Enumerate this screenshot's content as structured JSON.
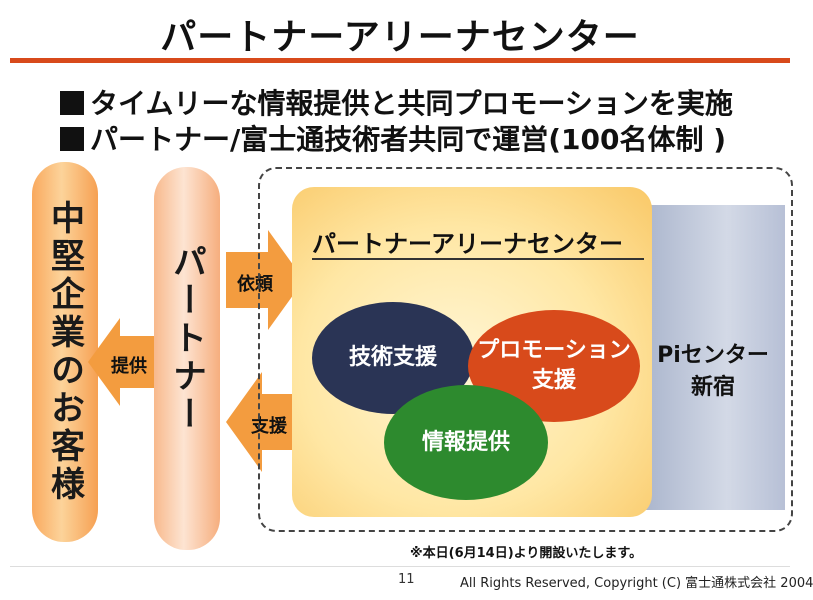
{
  "slide": {
    "title": "パートナーアリーナセンター",
    "bullets": [
      "タイムリーな情報提供と共同プロモーションを実施",
      "パートナー/富士通技術者共同で運営(100名体制 )"
    ]
  },
  "diagram": {
    "customer_label": "中堅企業のお客様",
    "partner_label": "パートナー",
    "arrows": {
      "provide": "提供",
      "request": "依頼",
      "support": "支援"
    },
    "center": {
      "title": "パートナーアリーナセンター",
      "circles": {
        "tech_support": "技術支援",
        "promotion_support_line1": "プロモーション",
        "promotion_support_line2": "支援",
        "info_provision": "情報提供"
      }
    },
    "pi_center": {
      "line1": "Piセンター",
      "line2": "新宿"
    }
  },
  "note": "※本日(6月14日)より開設いたします。",
  "footer": {
    "page_number": "11",
    "copyright": "All Rights Reserved, Copyright (C) 富士通株式会社 2004"
  },
  "colors": {
    "accent_rule": "#d84a1b",
    "customer_pill": "#f9a95e",
    "partner_pill": "#fde4d2",
    "arrow_orange": "#f39c3f",
    "tech_circle": "#2a3455",
    "promo_circle": "#d84a1b",
    "info_circle": "#2d8a2e",
    "pi_box": "#b7c0d6"
  }
}
